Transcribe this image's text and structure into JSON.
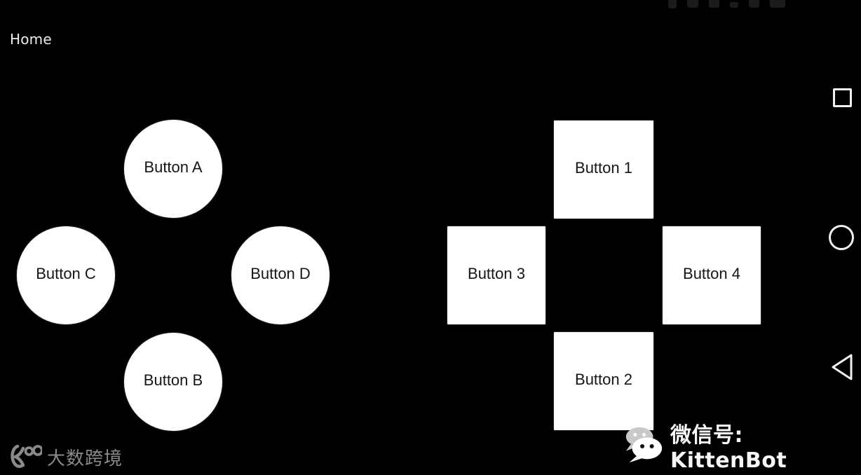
{
  "header": {
    "title": "Home"
  },
  "left_pad": {
    "shape": "circle",
    "buttons": [
      {
        "id": "A",
        "label": "Button A"
      },
      {
        "id": "C",
        "label": "Button C"
      },
      {
        "id": "D",
        "label": "Button D"
      },
      {
        "id": "B",
        "label": "Button B"
      }
    ]
  },
  "right_pad": {
    "shape": "square",
    "buttons": [
      {
        "id": "1",
        "label": "Button 1"
      },
      {
        "id": "3",
        "label": "Button 3"
      },
      {
        "id": "4",
        "label": "Button 4"
      },
      {
        "id": "2",
        "label": "Button 2"
      }
    ]
  },
  "nav_bar": {
    "items": [
      {
        "name": "recents",
        "shape": "square-outline"
      },
      {
        "name": "home",
        "shape": "circle-outline"
      },
      {
        "name": "back",
        "shape": "triangle-left-outline"
      }
    ]
  },
  "status_bar": {
    "icons": [
      "faint-icon",
      "faint-icon",
      "faint-icon",
      "faint-icon",
      "faint-icon",
      "faint-icon"
    ]
  },
  "watermarks": {
    "bottom_left": {
      "icon": "k100-logo",
      "text": "大数跨境"
    },
    "bottom_right": {
      "icon": "wechat-icon",
      "text": "微信号: KittenBot"
    }
  },
  "colors": {
    "background": "#000000",
    "button_fill": "#ffffff",
    "button_text": "#161616",
    "nav_icon": "#f0f0f0",
    "watermark_gray": "#8a8a8a",
    "watermark_white": "#f7f7f7"
  }
}
